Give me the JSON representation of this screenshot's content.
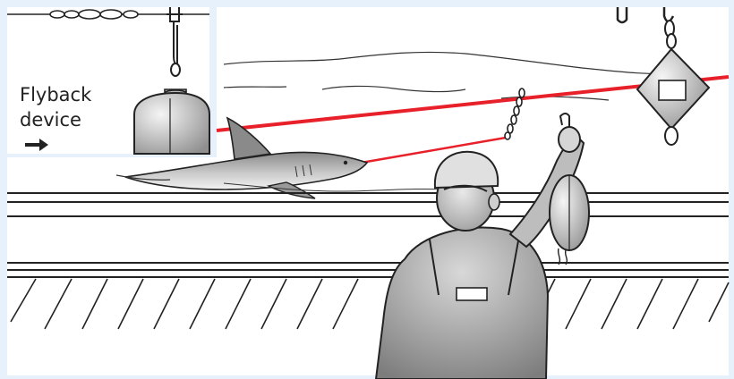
{
  "inset": {
    "label_line1": "Flyback",
    "label_line2": "device"
  },
  "colors": {
    "background": "#e6f1fb",
    "line_red": "#e8202a",
    "ink": "#222222",
    "paper": "#ffffff"
  },
  "icons": [
    "arrow-right-icon",
    "shark",
    "fisherman",
    "buoy",
    "chain-swivel"
  ]
}
